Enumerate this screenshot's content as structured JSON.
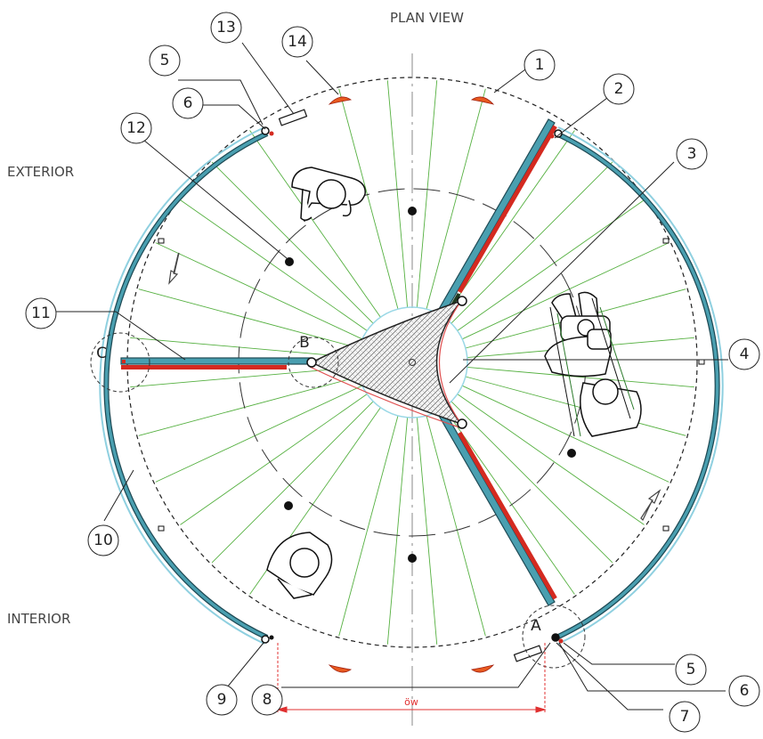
{
  "title": "PLAN VIEW",
  "side_labels": {
    "exterior": "EXTERIOR",
    "interior": "INTERIOR"
  },
  "detail_labels": {
    "a": "A",
    "b": "B",
    "c": "C"
  },
  "dimension_label": "öw",
  "callouts": {
    "c1": "1",
    "c2": "2",
    "c3": "3",
    "c4": "4",
    "c5_top": "5",
    "c6_top": "6",
    "c5_bottom": "5",
    "c6_bottom": "6",
    "c7": "7",
    "c8": "8",
    "c9": "9",
    "c10": "10",
    "c11": "11",
    "c12": "12",
    "c13": "13",
    "c14": "14"
  },
  "colors": {
    "glass_panel": "#4a9fb0",
    "brush_seal": "#d42a20",
    "glide_rays": "#55b040",
    "guide_track": "#8fd0e0",
    "bumper": "#e85a20",
    "dimension": "#e03030",
    "line": "#222222"
  }
}
